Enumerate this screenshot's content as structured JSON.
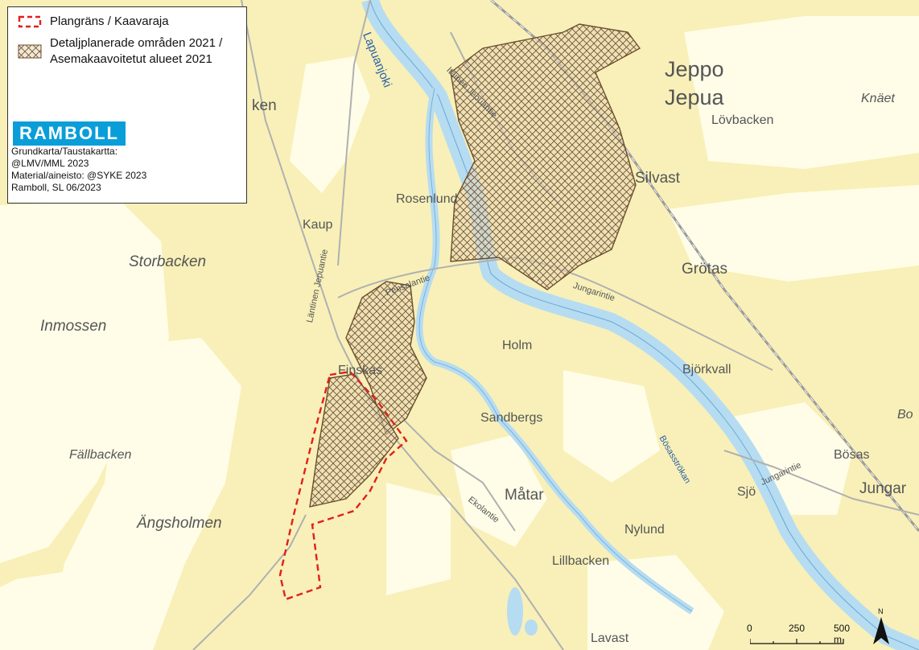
{
  "legend": {
    "boundary_label": "Plangräns / Kaavaraja",
    "areas_label_1": "Detaljplanerade områden 2021 /",
    "areas_label_2": "Asemakaavoitetut alueet 2021",
    "logo_text": "RAMBOLL",
    "credits": [
      "Grundkarta/Taustakartta:",
      "@LMV/MML 2023",
      "Material/aineisto: @SYKE 2023",
      "Ramboll, SL 06/2023"
    ]
  },
  "places": {
    "jeppo": "Jeppo",
    "jepua": "Jepua",
    "knaet": "Knäet",
    "lovbacken": "Lövbacken",
    "silvast": "Silvast",
    "rosenlund": "Rosenlund",
    "kaup": "Kaup",
    "storbacken": "Storbacken",
    "grotas": "Grötas",
    "inmossen": "Inmossen",
    "holm": "Holm",
    "finskas": "Finskas",
    "bjorkvall": "Björkvall",
    "sandbergs": "Sandbergs",
    "fallbacken": "Fällbacken",
    "bosas": "Bösas",
    "jungar": "Jungar",
    "sjo": "Sjö",
    "matar": "Måtar",
    "angsholmen": "Ängsholmen",
    "nylund": "Nylund",
    "lillbacken": "Lillbacken",
    "lavast": "Lavast",
    "bo": "Bo",
    "ken": "ken"
  },
  "roads": {
    "lantinen": "Läntinen Jepuantie",
    "pensala": "Pensalantie",
    "jungar": "Jungarintie",
    "ekola": "Ekolantie",
    "itainen": "Itäinen Jepuantie",
    "bosas_stream": "Bösasströkan",
    "jungar2": "Jungarintie"
  },
  "river": "Lapuanjoki",
  "scale": {
    "t0": "0",
    "t1": "250",
    "t2": "500 m"
  },
  "north": "N",
  "colors": {
    "land": "#fbf5c8",
    "field": "#fffde8",
    "water": "#b6dcf1",
    "river_outline": "#6aa7d6",
    "boundary": "#e0201c",
    "hatch": "#6b4e2e",
    "area_fill": "#e9d9b8"
  }
}
